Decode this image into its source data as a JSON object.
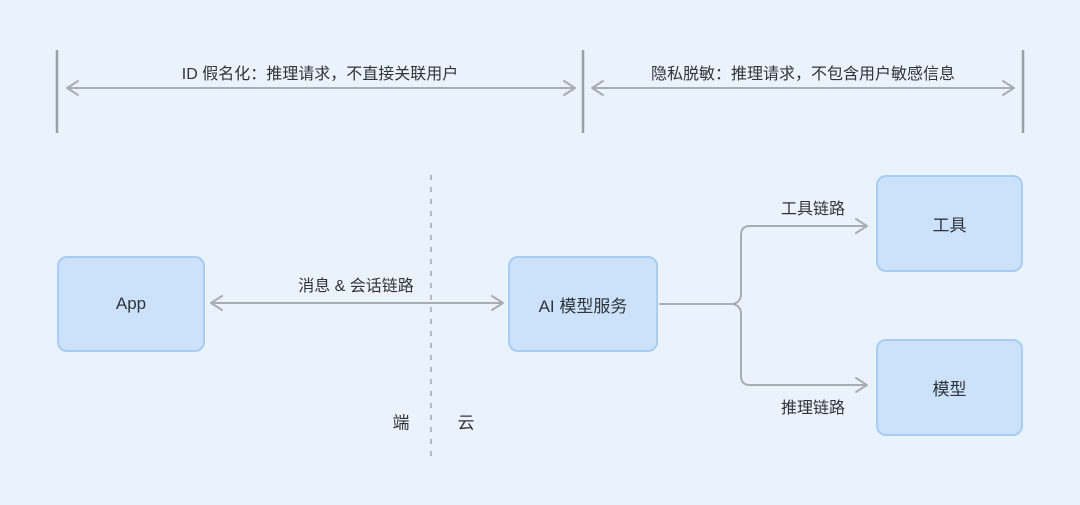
{
  "diagram": {
    "top_annotations": [
      {
        "label": "ID 假名化：推理请求，不直接关联用户"
      },
      {
        "label": "隐私脱敏：推理请求，不包含用户敏感信息"
      }
    ],
    "nodes": {
      "app": "App",
      "service": "AI 模型服务",
      "tool": "工具",
      "model": "模型"
    },
    "edges": {
      "message_link": "消息 & 会话链路",
      "tool_link": "工具链路",
      "inference_link": "推理链路"
    },
    "zones": {
      "device": "端",
      "cloud": "云"
    },
    "colors": {
      "background": "#eaf2fb",
      "node_fill": "#cbe2fa",
      "node_border": "#a8cdf3",
      "arrow_line": "#a9adb3",
      "boundary_bar": "#9aa0a6",
      "dashed_divider": "#b6bac0",
      "text": "#2f343b"
    }
  }
}
